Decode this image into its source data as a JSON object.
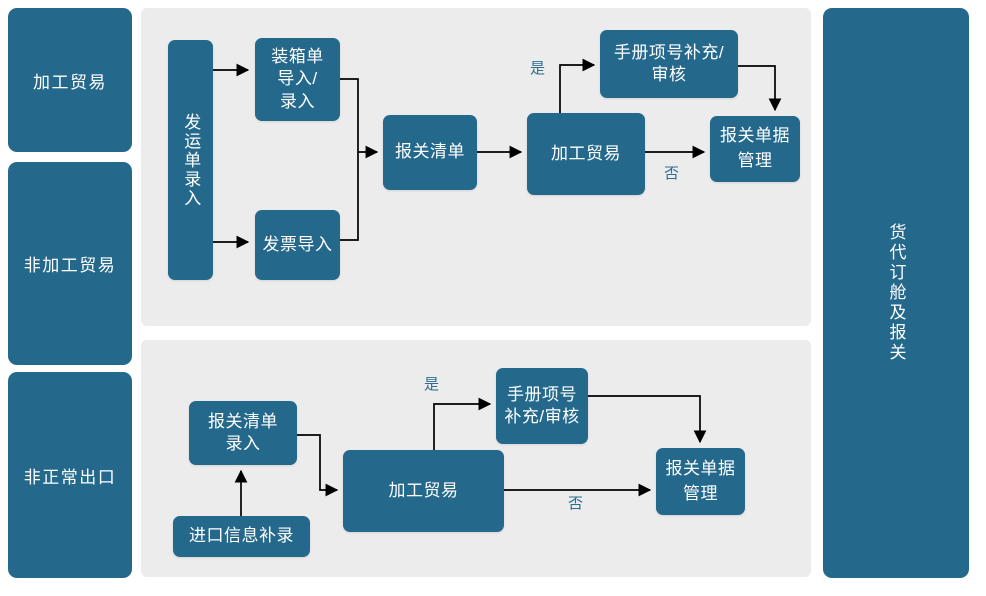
{
  "theme": {
    "node_fill": "#24688c",
    "node_text": "#ffffff",
    "panel_fill": "#ececec",
    "page_bg": "#ffffff",
    "connector": "#000000",
    "branch_label_color": "#2a6f92"
  },
  "left_rail": {
    "items": [
      {
        "label": "加工贸易"
      },
      {
        "label": "非加工贸易"
      },
      {
        "label": "非正常出口"
      }
    ]
  },
  "right_rail": {
    "label": "货代订舱及报关"
  },
  "flows": {
    "top": {
      "nodes": [
        {
          "id": "shipping-order-entry",
          "label": "发运单录入"
        },
        {
          "id": "packing-list-import",
          "label": "装箱单\n导入/\n录入"
        },
        {
          "id": "invoice-import",
          "label": "发票导入"
        },
        {
          "id": "customs-list",
          "label": "报关清单"
        },
        {
          "id": "processing-trade",
          "label": "加工贸易"
        },
        {
          "id": "manual-item-review",
          "label": "手册项号补充/\n审核"
        },
        {
          "id": "customs-doc-mgmt",
          "label": "报关单据管理"
        }
      ],
      "branch_labels": [
        {
          "id": "yes",
          "text": "是"
        },
        {
          "id": "no",
          "text": "否"
        }
      ]
    },
    "bottom": {
      "nodes": [
        {
          "id": "customs-list-entry",
          "label": "报关清单\n录入"
        },
        {
          "id": "import-info-supplement",
          "label": "进口信息补录"
        },
        {
          "id": "processing-trade",
          "label": "加工贸易"
        },
        {
          "id": "manual-item-review",
          "label": "手册项号\n补充/审核"
        },
        {
          "id": "customs-doc-mgmt",
          "label": "报关单据\n管理"
        }
      ],
      "branch_labels": [
        {
          "id": "yes",
          "text": "是"
        },
        {
          "id": "no",
          "text": "否"
        }
      ]
    }
  }
}
